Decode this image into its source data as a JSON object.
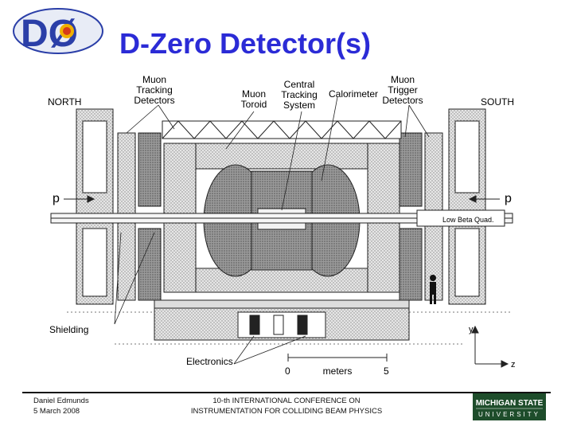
{
  "slide": {
    "title": "D-Zero Detector(s)",
    "logo_text": "DØ",
    "diagram": {
      "labels": {
        "north": "NORTH",
        "south": "SOUTH",
        "muon_tracking": [
          "Muon",
          "Tracking",
          "Detectors"
        ],
        "muon_toroid": [
          "Muon",
          "Toroid"
        ],
        "central_tracking": [
          "Central",
          "Tracking",
          "System"
        ],
        "calorimeter": "Calorimeter",
        "muon_trigger": [
          "Muon",
          "Trigger",
          "Detectors"
        ],
        "beam_left": "p",
        "beam_right": "p",
        "low_beta_quad": "Low Beta Quad.",
        "shielding": "Shielding",
        "electronics": "Electronics",
        "scale_zero": "0",
        "scale_units": "meters",
        "scale_five": "5",
        "axis_y": "y",
        "axis_z": "z"
      }
    },
    "footer": {
      "author": "Daniel Edmunds",
      "date": "5 March 2008",
      "conference_line1": "10-th INTERNATIONAL CONFERENCE ON",
      "conference_line2": "INSTRUMENTATION FOR COLLIDING BEAM PHYSICS",
      "university_line1": "MICHIGAN STATE",
      "university_line2": "UNIVERSITY"
    },
    "colors": {
      "title": "#2b2bd6",
      "logo_blue": "#2b3fa8",
      "msu_green": "#1e4d2b"
    }
  }
}
